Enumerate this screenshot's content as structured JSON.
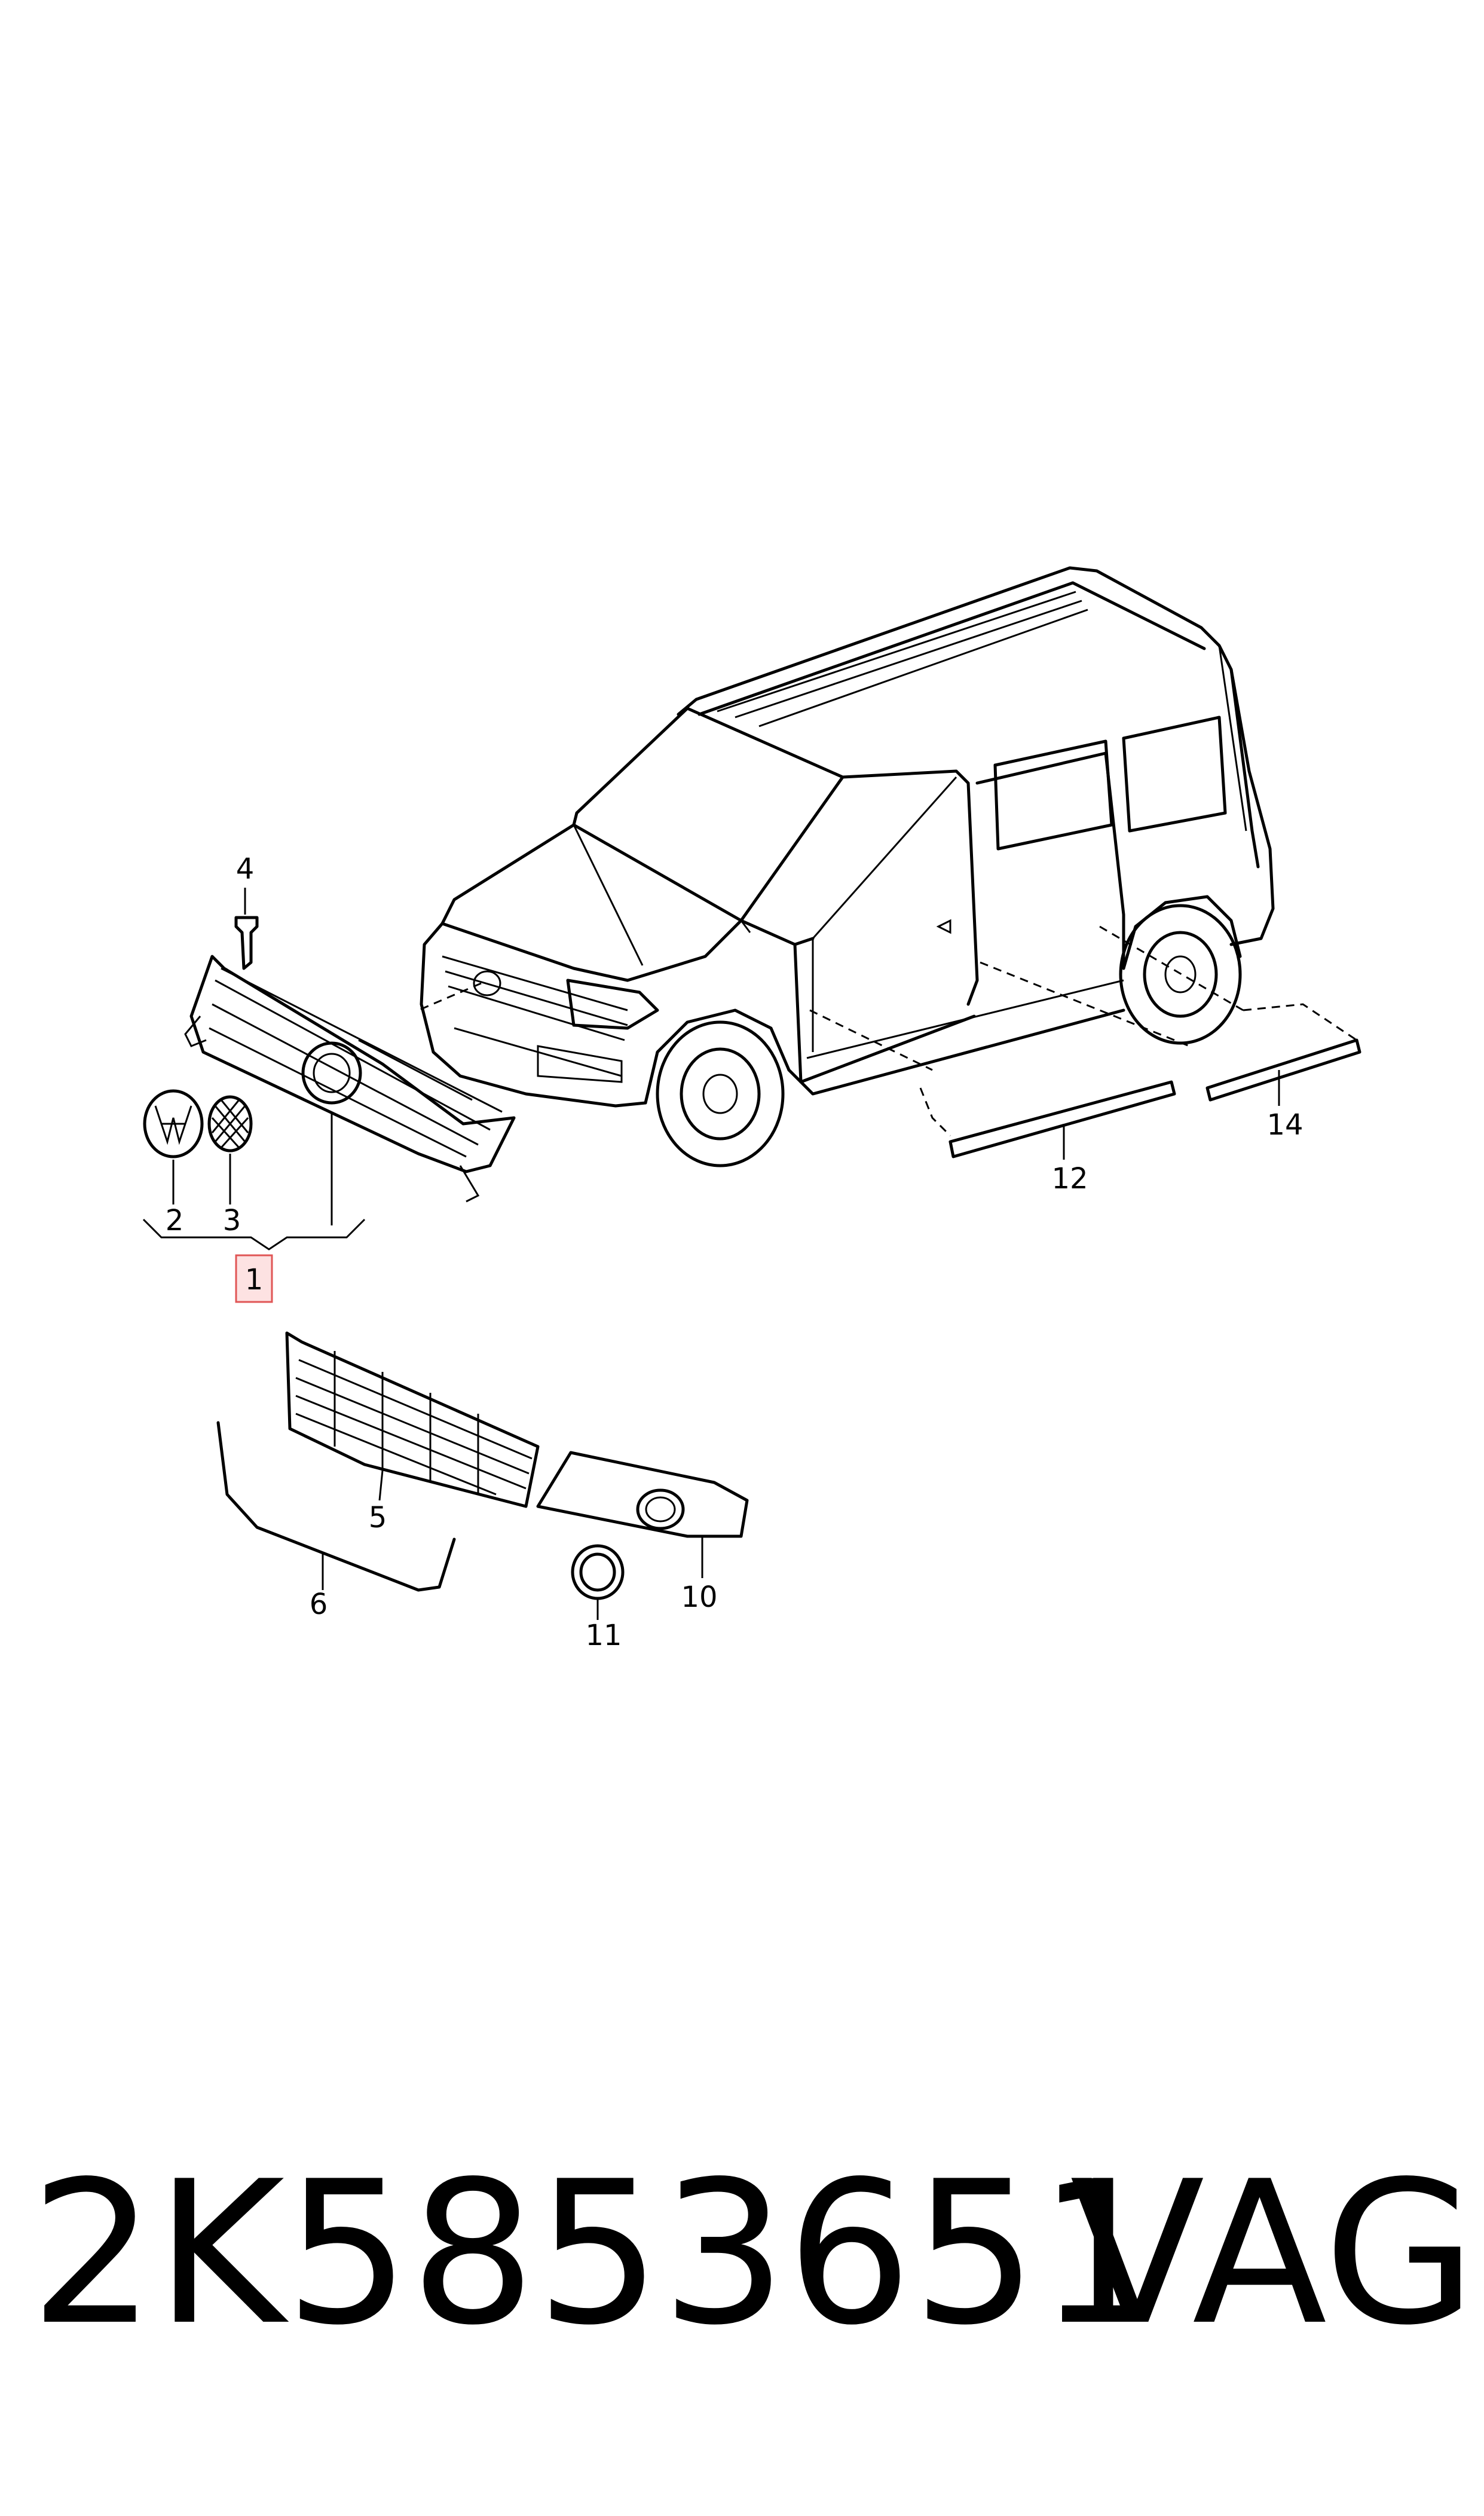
{
  "callouts": [
    {
      "id": "1",
      "label": "1"
    },
    {
      "id": "2",
      "label": "2"
    },
    {
      "id": "3",
      "label": "3"
    },
    {
      "id": "4",
      "label": "4"
    },
    {
      "id": "5",
      "label": "5"
    },
    {
      "id": "6",
      "label": "6"
    },
    {
      "id": "10",
      "label": "10"
    },
    {
      "id": "11",
      "label": "11"
    },
    {
      "id": "12",
      "label": "12"
    },
    {
      "id": "14",
      "label": "14"
    }
  ],
  "footer": {
    "part_number": "2K5853651",
    "brand": "VAG"
  },
  "colors": {
    "highlight_fill": "#fde2e2",
    "highlight_stroke": "#e05555",
    "line": "#000000"
  }
}
